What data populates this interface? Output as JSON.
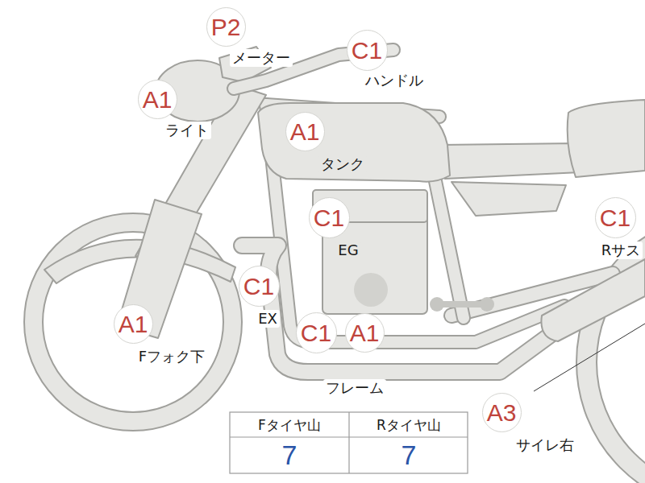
{
  "diagram": {
    "labels": [
      "P2",
      "メーター",
      "C1",
      "ハンドル",
      "A1",
      "ライト",
      "A1",
      "タンク",
      "C1",
      "EG",
      "C1",
      "Rサス",
      "A1",
      "Fフォク下",
      "C1",
      "EX",
      "C1",
      "A1",
      "フレーム",
      "A3",
      "サイレ右",
      "Fタイヤ山",
      "Rタイヤ山",
      "7",
      "7"
    ]
  }
}
